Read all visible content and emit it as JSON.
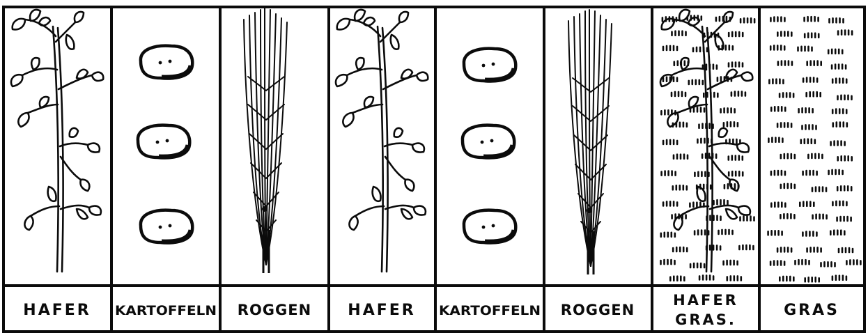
{
  "columns": [
    {
      "crop": "oats",
      "label": "HAFER"
    },
    {
      "crop": "potatoes",
      "label": "KARTOFFELN"
    },
    {
      "crop": "rye",
      "label": "ROGGEN"
    },
    {
      "crop": "oats",
      "label": "HAFER"
    },
    {
      "crop": "potatoes",
      "label": "KARTOFFELN"
    },
    {
      "crop": "rye",
      "label": "ROGGEN"
    },
    {
      "crop": "oats-grass",
      "label_line1": "HAFER",
      "label_line2": "GRAS."
    },
    {
      "crop": "grass",
      "label": "GRAS"
    }
  ],
  "colors": {
    "ink": "#0b0b0b",
    "paper": "#ffffff"
  }
}
